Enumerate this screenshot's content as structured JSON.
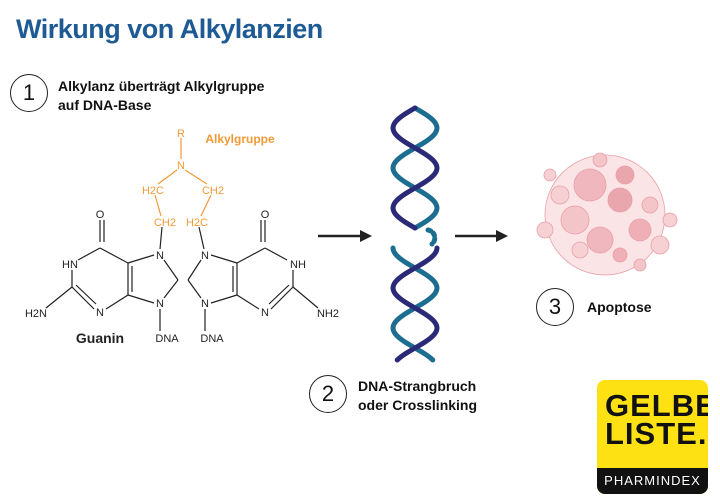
{
  "title": "Wirkung von Alkylanzien",
  "steps": [
    {
      "number": "1",
      "line1": "Alkylanz überträgt Alkylgruppe",
      "line2": "auf DNA-Base"
    },
    {
      "number": "2",
      "line1": "DNA-Strangbruch",
      "line2": "oder Crosslinking"
    },
    {
      "number": "3",
      "line1": "Apoptose"
    }
  ],
  "molecule": {
    "alkyl_label": "Alkylgruppe",
    "base_label": "Guanin",
    "atoms": {
      "R": "R",
      "N": "N",
      "H2C": "H2C",
      "CH2": "CH2",
      "O": "O",
      "HN": "HN",
      "NH": "NH",
      "H2N": "H2N",
      "NH2": "NH2",
      "DNA": "DNA"
    }
  },
  "logo": {
    "line1": "GELBE",
    "line2": "LISTE.",
    "sub": "PHARMINDEX"
  },
  "colors": {
    "title": "#1e5b94",
    "alkyl": "#f29a37",
    "helix_dark": "#2b2a78",
    "helix_teal": "#1c6d90",
    "cell": "#f3c4c8"
  }
}
